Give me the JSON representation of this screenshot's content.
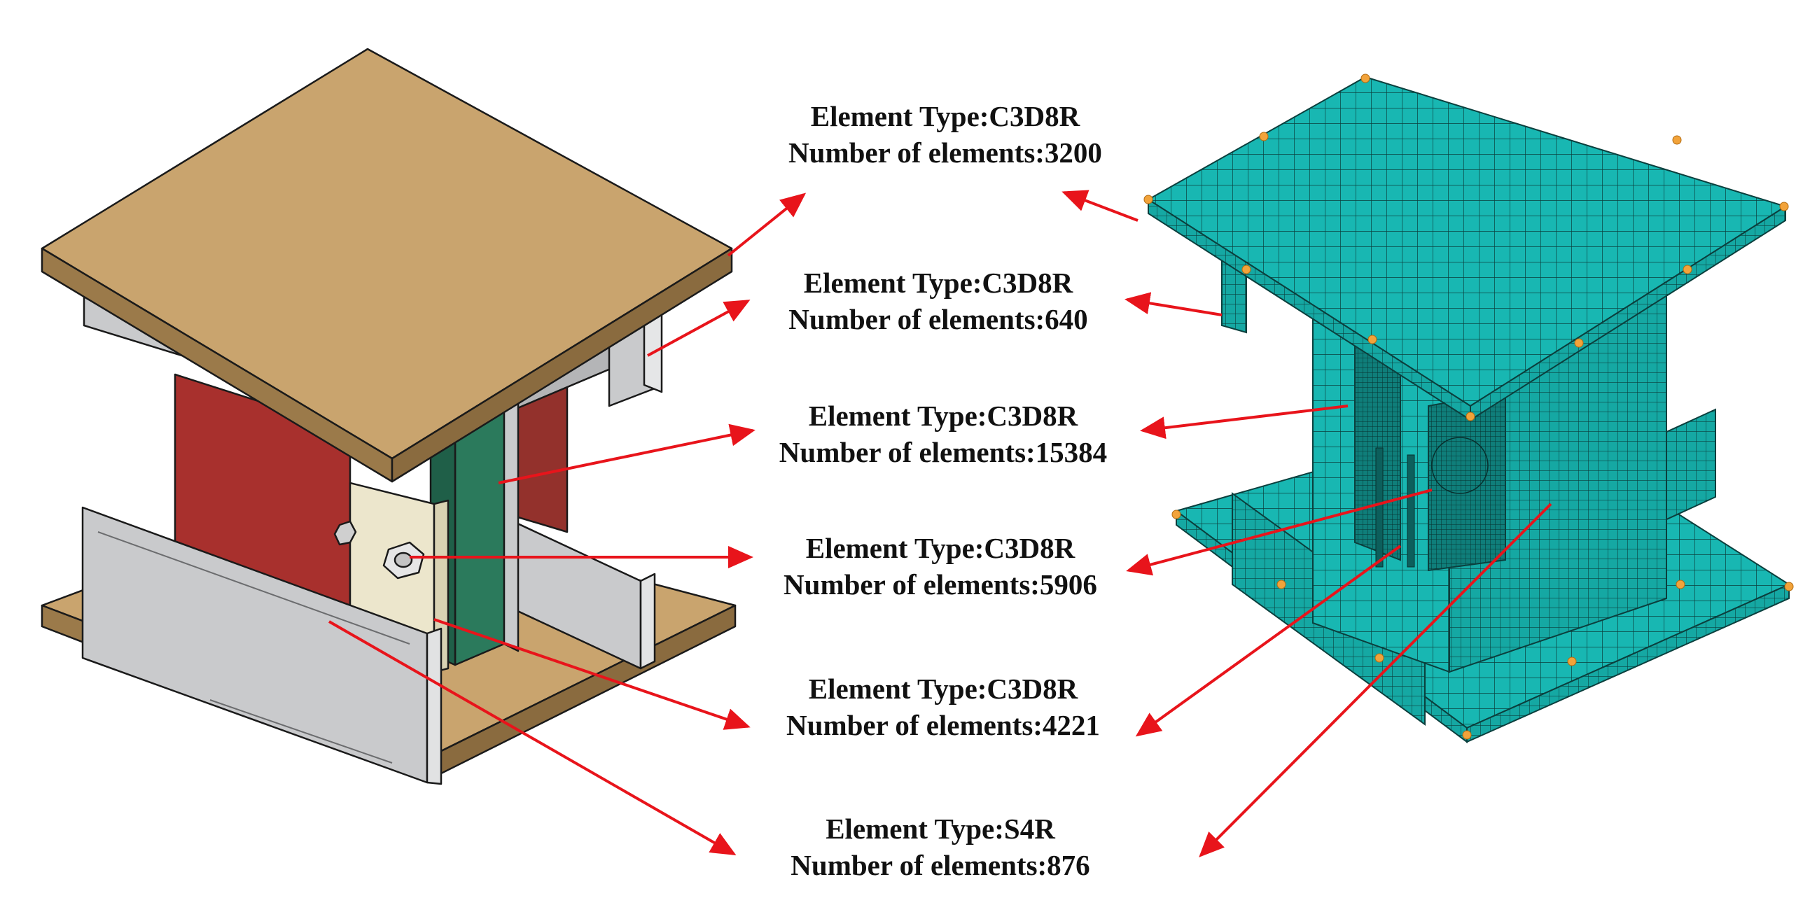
{
  "colors": {
    "wood": "#c9a46e",
    "wood_dark": "#9b7a4a",
    "steel": "#c9cacc",
    "red_panel": "#a8302d",
    "green_column": "#1f5f48",
    "cream_plate": "#ece6cc",
    "mesh": "#18b7b2",
    "arrow": "#e8141b"
  },
  "annotations": [
    {
      "type_line": "Element Type:C3D8R",
      "count_line": "Number of elements:3200"
    },
    {
      "type_line": "Element Type:C3D8R",
      "count_line": "Number of elements:640"
    },
    {
      "type_line": "Element Type:C3D8R",
      "count_line": "Number of elements:15384"
    },
    {
      "type_line": "Element Type:C3D8R",
      "count_line": "Number of elements:5906"
    },
    {
      "type_line": "Element Type:C3D8R",
      "count_line": "Number of elements:4221"
    },
    {
      "type_line": "Element Type:S4R",
      "count_line": "Number of elements:876"
    }
  ]
}
